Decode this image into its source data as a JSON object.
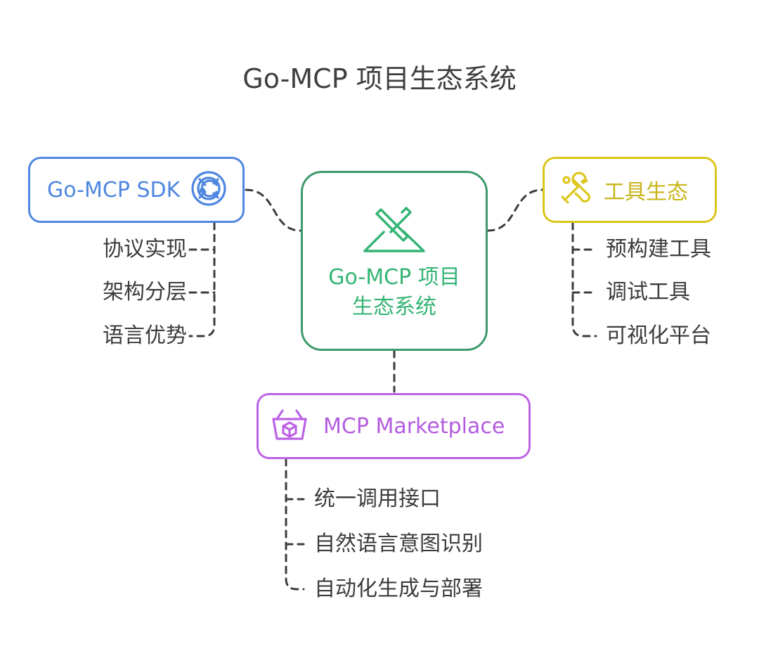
{
  "title": "Go-MCP 项目生态系统",
  "center": {
    "label": "Go-MCP 项目生态系统",
    "icon": "crossed-tools-icon"
  },
  "sdk": {
    "label": "Go-MCP SDK",
    "icon": "gear-ring-icon",
    "color": "#4f86e0",
    "items": [
      "协议实现",
      "架构分层",
      "语言优势"
    ]
  },
  "tools": {
    "label": "工具生态",
    "icon": "wrench-icon",
    "color": "#dcc61c",
    "items": [
      "预构建工具",
      "调试工具",
      "可视化平台"
    ]
  },
  "market": {
    "label": "MCP Marketplace",
    "icon": "basket-icon",
    "color": "#bd63e6",
    "items": [
      "统一调用接口",
      "自然语言意图识别",
      "自动化生成与部署"
    ]
  },
  "colors": {
    "center": "#3e9a6a",
    "center_text": "#34b474",
    "connector": "#3c3c3c"
  }
}
